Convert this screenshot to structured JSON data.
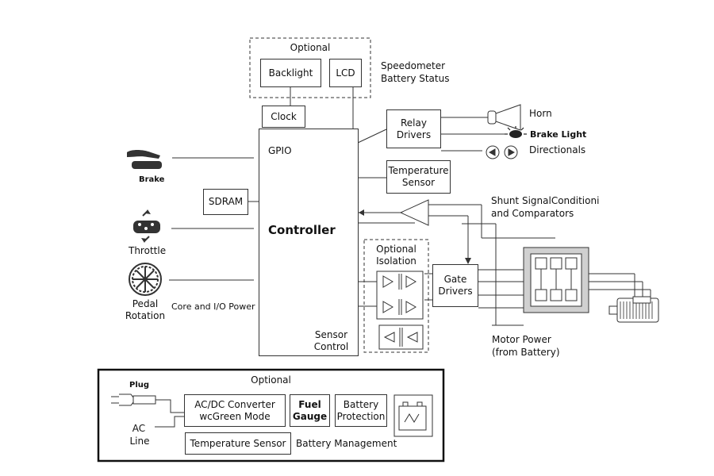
{
  "optional_top": {
    "title": "Optional",
    "backlight": "Backlight",
    "lcd": "LCD",
    "side_label_1": "Speedometer",
    "side_label_2": "Battery Status"
  },
  "clock": "Clock",
  "controller": {
    "gpio": "GPIO",
    "title": "Controller",
    "sensor_control_1": "Sensor",
    "sensor_control_2": "Control"
  },
  "sdram": "SDRAM",
  "relay_drivers": {
    "line1": "Relay",
    "line2": "Drivers"
  },
  "temperature_sensor_top": {
    "line1": "Temperature",
    "line2": "Sensor"
  },
  "outputs": {
    "horn": "Horn",
    "brake_light": "Brake Light",
    "directionals": "Directionals"
  },
  "inputs": {
    "brake": "Brake",
    "throttle": "Throttle",
    "pedal_1": "Pedal",
    "pedal_2": "Rotation"
  },
  "core_io_power": "Core and I/O Power",
  "shunt": {
    "line1": "Shunt SignalConditioni",
    "line2": "and Comparators"
  },
  "isolation": {
    "line1": "Optional",
    "line2": "Isolation"
  },
  "gate_drivers": {
    "line1": "Gate",
    "line2": "Drivers"
  },
  "motor_power": {
    "line1": "Motor Power",
    "line2": "(from Battery)"
  },
  "battery_mgmt": {
    "title": "Optional",
    "plug": "Plug",
    "ac_1": "AC",
    "ac_2": "Line",
    "acdc_1": "AC/DC Converter",
    "acdc_2": "wcGreen Mode",
    "fuel_1": "Fuel",
    "fuel_2": "Gauge",
    "prot_1": "Battery",
    "prot_2": "Protection",
    "temp_sensor": "Temperature Sensor",
    "label": "Battery Management"
  },
  "colors": {
    "line": "#333333",
    "outer_box": "#111111",
    "dashed": "#666666"
  }
}
